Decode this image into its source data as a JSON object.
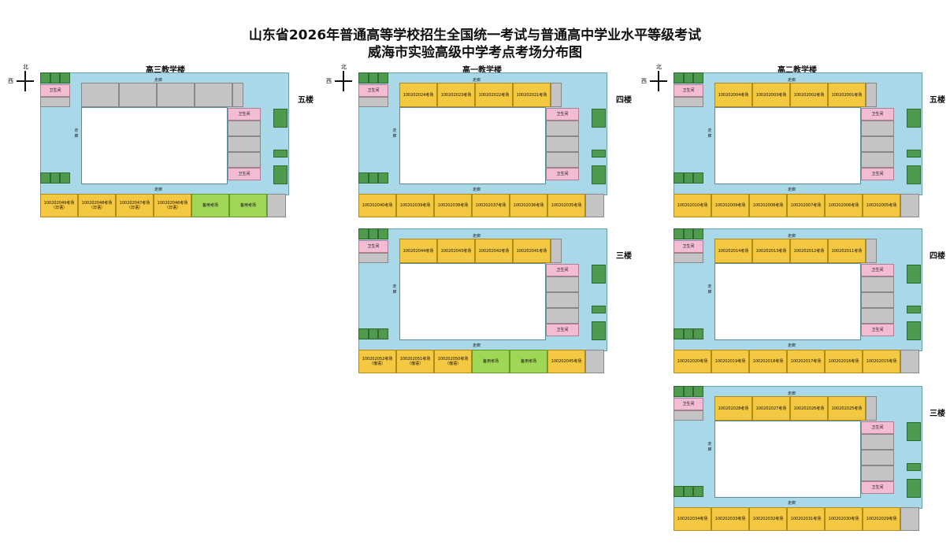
{
  "title_line1": "山东省2026年普通高等学校招生全国统一考试与普通高中学业水平等级考试",
  "title_line2": "威海市实验高级中学考点考场分布图",
  "compass": {
    "north": "北",
    "west": "西"
  },
  "buildings": {
    "g3": {
      "name": "高三教学楼"
    },
    "g1": {
      "name": "高一教学楼"
    },
    "g2": {
      "name": "高二教学楼"
    }
  },
  "floors": {
    "g3_f5": {
      "floor": "五楼",
      "corridor_top": "走廊",
      "corridor_side": "走\n廊",
      "corridor_bottom": "走廊",
      "restroom": "卫生间",
      "top_rooms": [
        "",
        "",
        "",
        ""
      ],
      "bottom_rooms": [
        "100202049考场\n（日语）",
        "100202048考场\n（日语）",
        "100202047考场\n（日语）",
        "100202046考场\n（日语）",
        "备用考场",
        "备用考场",
        ""
      ]
    },
    "g1_f4": {
      "floor": "四楼",
      "corridor_top": "走廊",
      "corridor_side": "走\n廊",
      "corridor_bottom": "走廊",
      "restroom": "卫生间",
      "top_rooms": [
        "100202024考场",
        "100202023考场",
        "100202022考场",
        "100202021考场"
      ],
      "bottom_rooms": [
        "100202040考场",
        "100202039考场",
        "100202038考场",
        "100202037考场",
        "100202036考场",
        "100202035考场",
        ""
      ]
    },
    "g1_f3": {
      "floor": "三楼",
      "corridor_top": "走廊",
      "corridor_side": "走\n廊",
      "corridor_bottom": "走廊",
      "restroom": "卫生间",
      "top_rooms": [
        "100202044考场",
        "100202043考场",
        "100202042考场",
        "100202041考场"
      ],
      "bottom_rooms": [
        "100202052考场\n（俄语）",
        "100202051考场\n（俄语）",
        "100202050考场\n（俄语）",
        "备用考场",
        "备用考场",
        "100202045考场",
        ""
      ]
    },
    "g2_f5": {
      "floor": "五楼",
      "corridor_top": "走廊",
      "corridor_side": "走\n廊",
      "corridor_bottom": "走廊",
      "restroom": "卫生间",
      "top_rooms": [
        "100202004考场",
        "100202003考场",
        "100202002考场",
        "100202001考场"
      ],
      "bottom_rooms": [
        "100202010考场",
        "100202009考场",
        "100202008考场",
        "100202007考场",
        "100202006考场",
        "100202005考场",
        ""
      ]
    },
    "g2_f4": {
      "floor": "四楼",
      "corridor_top": "走廊",
      "corridor_side": "走\n廊",
      "corridor_bottom": "走廊",
      "restroom": "卫生间",
      "top_rooms": [
        "100202014考场",
        "100202013考场",
        "100202012考场",
        "100202011考场"
      ],
      "bottom_rooms": [
        "100202020考场",
        "100202019考场",
        "100202018考场",
        "100202017考场",
        "100202016考场",
        "100202015考场",
        ""
      ]
    },
    "g2_f3": {
      "floor": "三楼",
      "corridor_top": "走廊",
      "corridor_side": "走\n廊",
      "corridor_bottom": "走廊",
      "restroom": "卫生间",
      "top_rooms": [
        "100202028考场",
        "100202027考场",
        "100202026考场",
        "100202025考场"
      ],
      "bottom_rooms": [
        "100202034考场",
        "100202033考场",
        "100202032考场",
        "100202031考场",
        "100202030考场",
        "100202029考场",
        ""
      ]
    }
  }
}
